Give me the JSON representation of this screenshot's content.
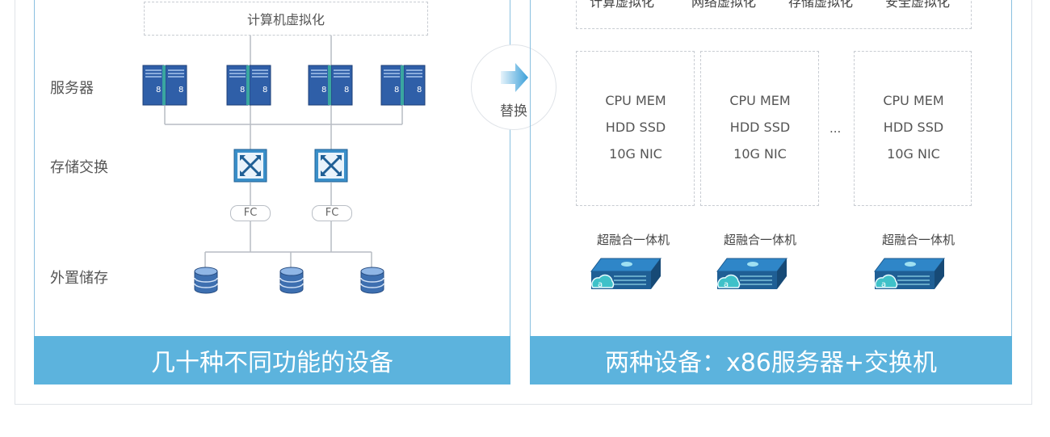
{
  "left": {
    "virtualization_label": "计算机虚拟化",
    "rows": {
      "servers": "服务器",
      "storage_switch": "存储交换",
      "external_storage": "外置储存"
    },
    "fc_labels": [
      "FC",
      "FC"
    ],
    "banner": "几十种不同功能的设备"
  },
  "replace_label": "替换",
  "right": {
    "top_labels": [
      "计算虚拟化",
      "网络虚拟化",
      "存储虚拟化",
      "安全虚拟化"
    ],
    "nodes": [
      {
        "lines": [
          "CPU MEM",
          "HDD SSD",
          "10G NIC"
        ],
        "label": "超融合一体机"
      },
      {
        "lines": [
          "CPU MEM",
          "HDD SSD",
          "10G NIC"
        ],
        "label": "超融合一体机"
      },
      {
        "lines": [
          "CPU MEM",
          "HDD SSD",
          "10G NIC"
        ],
        "label": "超融合一体机"
      }
    ],
    "ellipsis": "...",
    "banner": "两种设备：x86服务器+交换机"
  },
  "colors": {
    "banner": "#5cb3dd",
    "server": "#2f5fa8",
    "switch": "#3a8fc9",
    "storage": "#3d6fb0"
  }
}
